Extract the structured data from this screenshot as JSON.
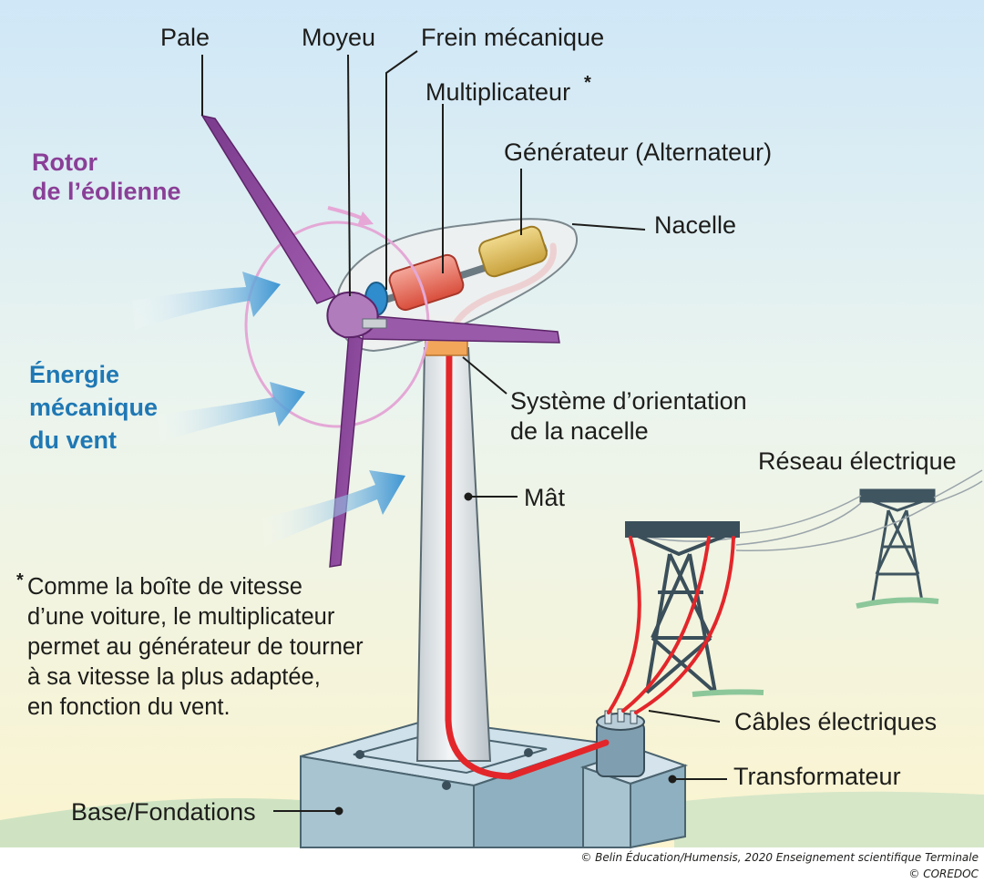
{
  "labels": {
    "pale": "Pale",
    "moyeu": "Moyeu",
    "frein": "Frein mécanique",
    "multiplicateur": "Multiplicateur",
    "multiplicateur_mark": "*",
    "generateur": "Générateur (Alternateur)",
    "nacelle": "Nacelle",
    "orientation": [
      "Système d’orientation",
      "de la nacelle"
    ],
    "reseau": "Réseau électrique",
    "mat": "Mât",
    "cables": "Câbles électriques",
    "transformateur": "Transformateur",
    "base": "Base/Fondations"
  },
  "rotor_title": [
    "Rotor",
    "de l’éolienne"
  ],
  "wind_title": [
    "Énergie",
    "mécanique",
    "du vent"
  ],
  "footnote": {
    "mark": "*",
    "lines": [
      "Comme la boîte de vitesse",
      "d’une voiture, le multiplicateur",
      "permet au générateur de tourner",
      "à sa vitesse la plus adaptée,",
      "en fonction du vent."
    ]
  },
  "credits": [
    "© Belin Éducation/Humensis, 2020 Enseignement scientifique Terminale",
    "© COREDOC"
  ],
  "colors": {
    "rotor": "#8a3f97",
    "wind": "#1f78b4",
    "cable": "#e3262a",
    "text": "#1d1d1b"
  }
}
